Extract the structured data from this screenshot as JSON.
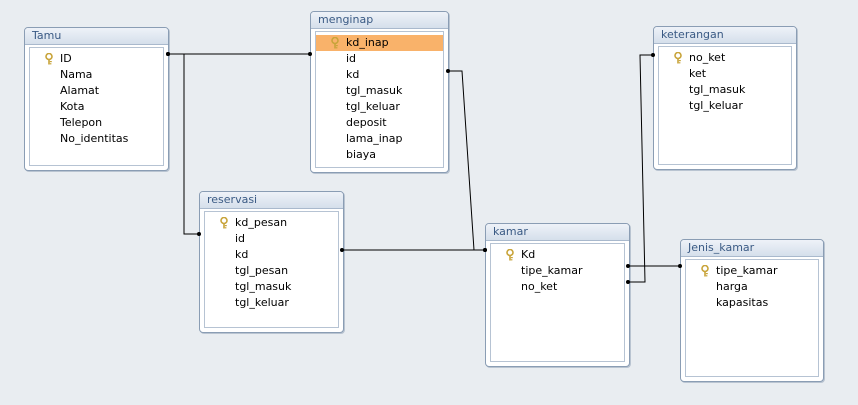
{
  "tables": [
    {
      "id": "tamu",
      "name": "Tamu",
      "fields": [
        {
          "name": "ID",
          "key": true
        },
        {
          "name": "Nama"
        },
        {
          "name": "Alamat"
        },
        {
          "name": "Kota"
        },
        {
          "name": "Telepon"
        },
        {
          "name": "No_identitas"
        }
      ]
    },
    {
      "id": "menginap",
      "name": "menginap",
      "fields": [
        {
          "name": "kd_inap",
          "key": true,
          "selected": true
        },
        {
          "name": "id"
        },
        {
          "name": "kd"
        },
        {
          "name": "tgl_masuk"
        },
        {
          "name": "tgl_keluar"
        },
        {
          "name": "deposit"
        },
        {
          "name": "lama_inap"
        },
        {
          "name": "biaya"
        }
      ]
    },
    {
      "id": "keterangan",
      "name": "keterangan",
      "fields": [
        {
          "name": "no_ket",
          "key": true
        },
        {
          "name": "ket"
        },
        {
          "name": "tgl_masuk"
        },
        {
          "name": "tgl_keluar"
        }
      ]
    },
    {
      "id": "reservasi",
      "name": "reservasi",
      "fields": [
        {
          "name": "kd_pesan",
          "key": true
        },
        {
          "name": "id"
        },
        {
          "name": "kd"
        },
        {
          "name": "tgl_pesan"
        },
        {
          "name": "tgl_masuk"
        },
        {
          "name": "tgl_keluar"
        }
      ]
    },
    {
      "id": "kamar",
      "name": "kamar",
      "fields": [
        {
          "name": "Kd",
          "key": true
        },
        {
          "name": "tipe_kamar"
        },
        {
          "name": "no_ket"
        }
      ]
    },
    {
      "id": "jenis_kamar",
      "name": "Jenis_kamar",
      "fields": [
        {
          "name": "tipe_kamar",
          "key": true
        },
        {
          "name": "harga"
        },
        {
          "name": "kapasitas"
        }
      ]
    }
  ],
  "relationships": [
    {
      "from": "tamu.ID",
      "to": "menginap.id"
    },
    {
      "from": "tamu.ID",
      "to": "reservasi.id"
    },
    {
      "from": "menginap.kd",
      "to": "kamar.Kd"
    },
    {
      "from": "reservasi.kd",
      "to": "kamar.Kd"
    },
    {
      "from": "kamar.tipe_kamar",
      "to": "jenis_kamar.tipe_kamar"
    },
    {
      "from": "kamar.no_ket",
      "to": "keterangan.no_ket"
    }
  ],
  "colors": {
    "background": "#e9edf1",
    "selected_row": "#f9b26a",
    "title_text": "#3a5a84",
    "relation_line": "#000000",
    "key_icon": "#c8a43a"
  }
}
